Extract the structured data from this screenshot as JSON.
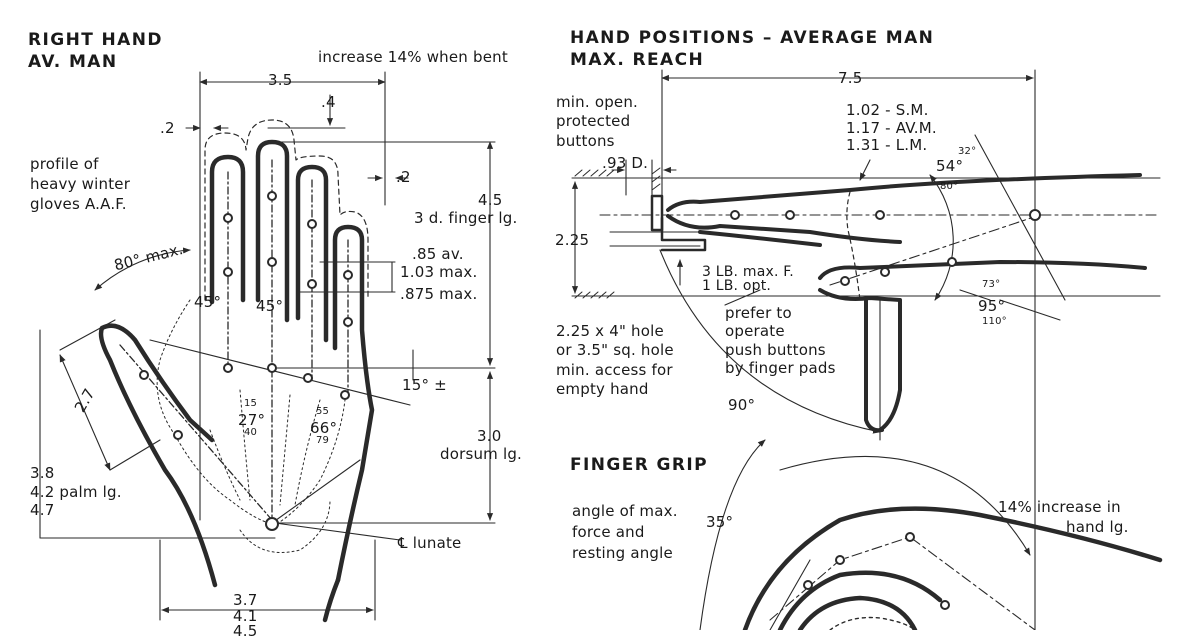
{
  "right_hand": {
    "title": "RIGHT HAND",
    "subtitle": "AV. MAN",
    "overall_width": "3.5",
    "bent_note": "increase 14% when bent",
    "dim_04": ".4",
    "dim_02_left": ".2",
    "dim_02_right": ".2",
    "glove_note": [
      "profile of",
      "heavy winter",
      "gloves A.A.F."
    ],
    "finger_length": "4.5",
    "finger_length_label": "3 d. finger lg.",
    "finger_widths": [
      ".85 av.",
      "1.03 max.",
      ".875 max."
    ],
    "thumb_angle": "80° max.",
    "angle_left": "45°",
    "angle_right": "45°",
    "tilt": "15° ±",
    "thumb_length": "2.7",
    "center_angles": [
      "15",
      "27°",
      "40"
    ],
    "side_angles": [
      "55",
      "66°",
      "79"
    ],
    "dorsum": [
      "3.0",
      "dorsum lg."
    ],
    "palm_lengths": [
      "3.8",
      "4.2 palm lg.",
      "4.7"
    ],
    "lunate": "℄ lunate",
    "palm_widths": [
      "3.7",
      "4.1",
      "4.5"
    ]
  },
  "hand_positions": {
    "title": "HAND POSITIONS – AVERAGE MAN",
    "subtitle": "MAX. REACH",
    "reach": "7.5",
    "min_open": [
      "min. open.",
      "protected",
      "buttons"
    ],
    "min_open_depth": ".93 D.",
    "reach_by_size": [
      "1.02 - S.M.",
      "1.17 - AV.M.",
      "1.31 - L.M."
    ],
    "angles_top": [
      "32°",
      "54°",
      "80°"
    ],
    "height": "2.25",
    "force": [
      "3 LB. max. F.",
      "1 LB. opt."
    ],
    "hole_note": [
      "2.25 x 4\" hole",
      "or 3.5\" sq. hole",
      "min. access for",
      "empty hand"
    ],
    "prefer_note": [
      "prefer to",
      "operate",
      "push buttons",
      "by finger pads"
    ],
    "angles_bottom": [
      "73°",
      "95°",
      "110°"
    ],
    "right_angle": "90°"
  },
  "finger_grip": {
    "title": "FINGER GRIP",
    "note": [
      "angle of max.",
      "force and",
      "resting angle"
    ],
    "angle": "35°",
    "increase": [
      "14% increase in",
      "hand lg."
    ]
  },
  "colors": {
    "ink": "#2a2a2a",
    "paper": "#ffffff"
  }
}
